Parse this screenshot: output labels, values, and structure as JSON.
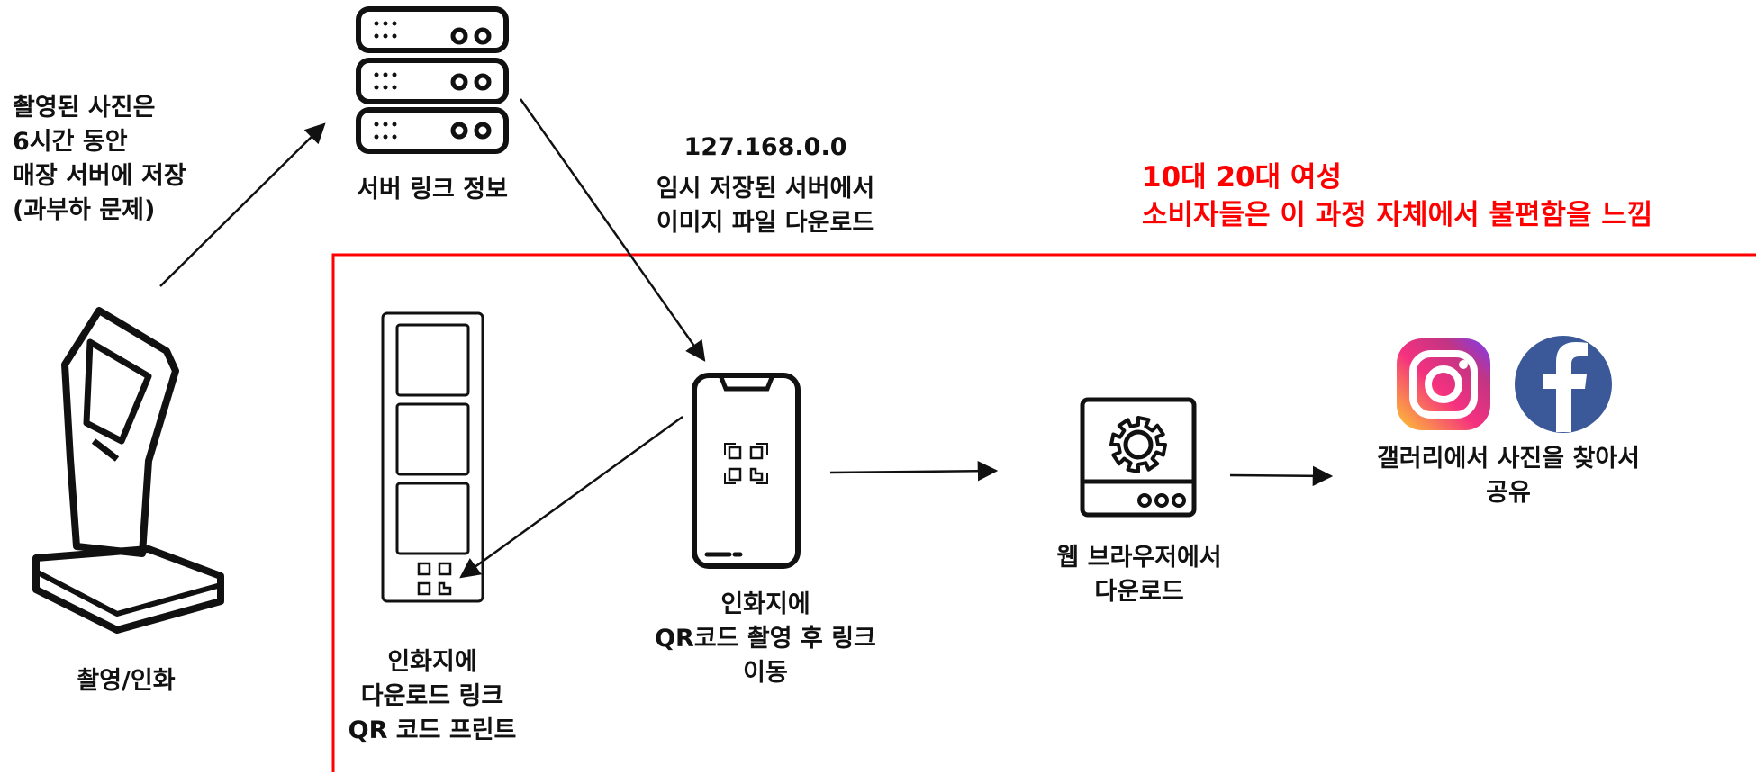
{
  "labels": {
    "server_note": "촬영된 사진은\n6시간 동안\n매장 서버에 저장\n(과부하 문제)",
    "server_info": "서버 링크 정보",
    "ip_address": "127.168.0.0",
    "download_from_server": "임시 저장된 서버에서\n이미지 파일 다운로드",
    "complaint": "10대 20대 여성\n소비자들은 이 과정 자체에서 불편함을 느낌",
    "kiosk": "촬영/인화",
    "print_qr": "인화지에\n다운로드 링크\nQR 코드 프린트",
    "phone_scan": "인화지에\nQR코드 촬영 후 링크\n이동",
    "web_download": "웹 브라우저에서\n다운로드",
    "share": "갤러리에서 사진을 찾아서\n공유"
  },
  "icons": [
    "server-icon",
    "kiosk-icon",
    "photo-strip-icon",
    "smartphone-icon",
    "settings-panel-icon",
    "instagram-icon",
    "facebook-icon"
  ],
  "colors": {
    "highlight": "#ff0000",
    "instagram_gradient": [
      "#fdc830",
      "#f5317f",
      "#c13584",
      "#7d3cf5"
    ],
    "facebook": "#3b5998"
  }
}
